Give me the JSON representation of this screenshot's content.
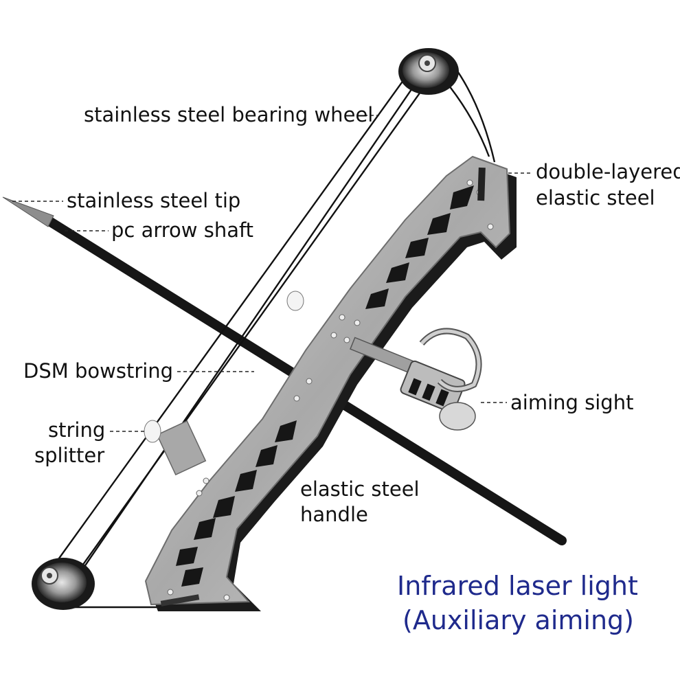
{
  "colors": {
    "headline": "#1f2a8c",
    "label": "#111111",
    "metal": "#b9b9b9",
    "metal_dark": "#7d7d7d",
    "black": "#151515"
  },
  "labels": {
    "bearing_wheel": "stainless steel bearing wheel",
    "elastic_steel_line1": "double-layered",
    "elastic_steel_line2": "elastic steel",
    "steel_tip": "stainless steel tip",
    "arrow_shaft": "pc arrow shaft",
    "bowstring": "DSM bowstring",
    "aiming_sight": "aiming sight",
    "splitter_line1": "string",
    "splitter_line2": "splitter",
    "handle_line1": "elastic steel",
    "handle_line2": "handle"
  },
  "headline": {
    "line1": "Infrared laser light",
    "line2": "(Auxiliary aiming)"
  },
  "icons": [
    "bow-illustration",
    "arrow-icon",
    "bearing-wheel-icon",
    "aiming-sight-icon"
  ]
}
